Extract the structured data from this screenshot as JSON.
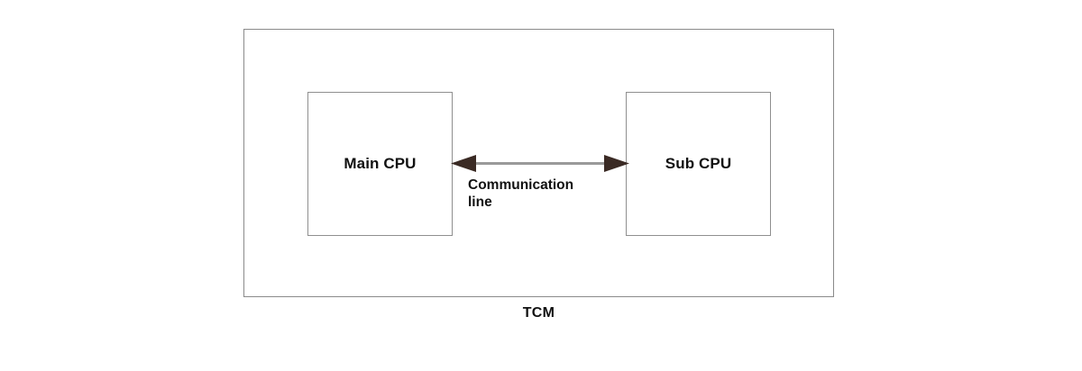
{
  "diagram": {
    "caption": "TCM",
    "background_color": "#ffffff",
    "outer_box": {
      "name": "TCM",
      "border_color": "#8a8a8a",
      "fill_color": "#ffffff"
    },
    "blocks": [
      {
        "id": "main-cpu",
        "label": "Main CPU",
        "border_color": "#8f8f8f",
        "fill_color": "#ffffff",
        "text_color": "#111111"
      },
      {
        "id": "sub-cpu",
        "label": "Sub CPU",
        "border_color": "#8f8f8f",
        "fill_color": "#ffffff",
        "text_color": "#111111"
      }
    ],
    "connector": {
      "id": "communication-line",
      "label_line_1": "Communication",
      "label_line_2": "line",
      "direction": "bidirectional",
      "line_color": "#9a9a9a",
      "arrowhead_color": "#3a2a24",
      "from": "Main CPU",
      "to": "Sub CPU"
    }
  }
}
